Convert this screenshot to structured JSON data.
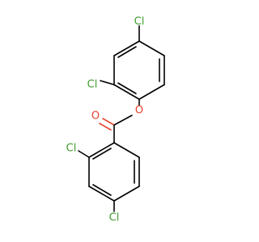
{
  "molecule": {
    "colors": {
      "bond": "#000000",
      "chlorine": "#3f9e2c",
      "oxygen": "#e8432e"
    },
    "labels": {
      "cl_top": "Cl",
      "cl_left_upper": "Cl",
      "o_ring": "O",
      "o_carbonyl": "O",
      "cl_left_lower": "Cl",
      "cl_bottom": "Cl"
    }
  }
}
